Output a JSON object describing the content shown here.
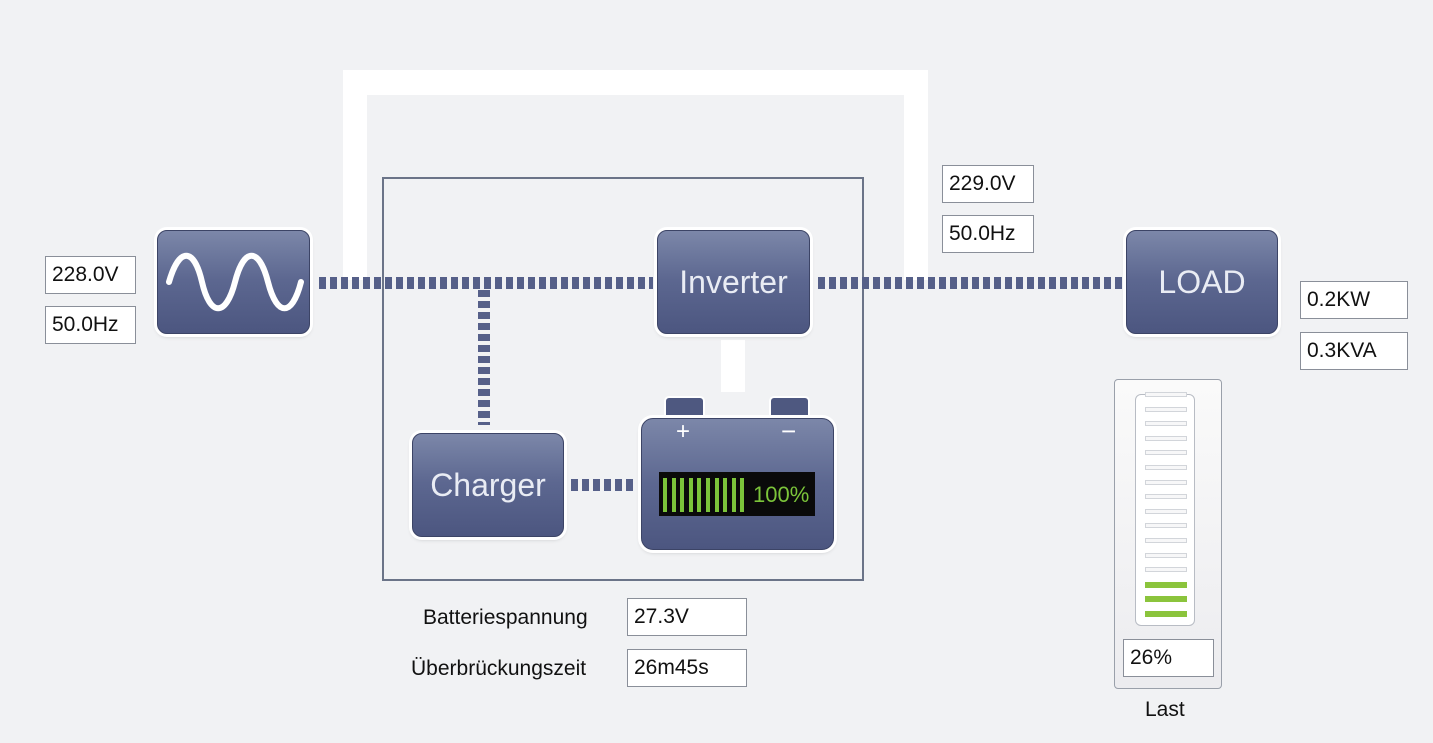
{
  "input": {
    "voltage": "228.0V",
    "frequency": "50.0Hz",
    "icon": "sine-wave-icon"
  },
  "inverter": {
    "label": "Inverter"
  },
  "output": {
    "voltage": "229.0V",
    "frequency": "50.0Hz"
  },
  "load": {
    "label": "LOAD",
    "power_kw": "0.2KW",
    "power_kva": "0.3KVA"
  },
  "charger": {
    "label": "Charger"
  },
  "battery": {
    "plus": "+",
    "minus": "−",
    "percent": "100%",
    "level": 1.0,
    "color": "#7bc43a"
  },
  "battery_info": {
    "voltage_label": "Batteriespannung",
    "voltage_value": "27.3V",
    "runtime_label": "Überbrückungszeit",
    "runtime_value": "26m45s"
  },
  "load_meter": {
    "value": "26%",
    "label": "Last",
    "level": 0.26,
    "color": "#8bc43c"
  },
  "colors": {
    "tile": "#5c6790",
    "flow": "#566089",
    "background": "#f1f2f4"
  }
}
